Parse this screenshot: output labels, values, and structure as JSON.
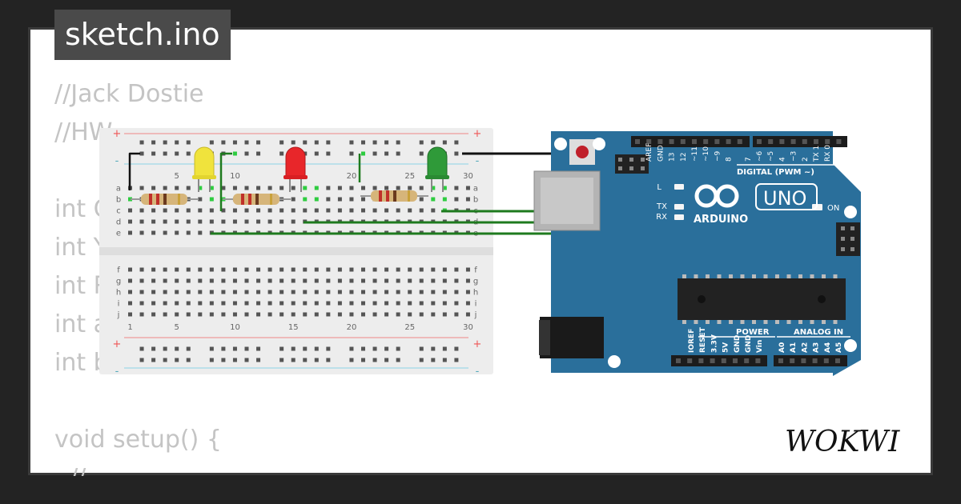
{
  "app": {
    "tab_title": "sketch.ino",
    "logo_text": "WOKWI"
  },
  "code_lines": [
    "//Jack Dostie",
    "//HW",
    "",
    "int G",
    "int Y",
    "int R",
    "int a",
    "int b;",
    "",
    "void setup() {",
    "  //"
  ],
  "breadboard": {
    "row_letters_top": [
      "a",
      "b",
      "c",
      "d",
      "e"
    ],
    "row_letters_bottom": [
      "f",
      "g",
      "h",
      "i",
      "j"
    ],
    "column_numbers": [
      "1",
      "5",
      "10",
      "15",
      "20",
      "25",
      "30"
    ],
    "rail_plus": "+",
    "rail_minus": "-"
  },
  "components": [
    {
      "name": "yellow-led",
      "color": "#f0e33c"
    },
    {
      "name": "red-led",
      "color": "#e8262a"
    },
    {
      "name": "green-led",
      "color": "#2f9a39"
    },
    {
      "name": "resistor",
      "color": "#d6b57a"
    }
  ],
  "arduino": {
    "model": "UNO",
    "brand": "ARDUINO",
    "board_color": "#2a6f9b",
    "digital_header": "DIGITAL (PWM ~)",
    "digital_pins": [
      "AREF",
      "GND",
      "13",
      "12",
      "~11",
      "~10",
      "~9",
      "8",
      "7",
      "~6",
      "~5",
      "4",
      "~3",
      "2",
      "TX 1",
      "RX 0"
    ],
    "led_labels": [
      "L",
      "TX",
      "RX"
    ],
    "on_label": "ON",
    "power_header": "POWER",
    "power_pins": [
      "IOREF",
      "RESET",
      "3.3V",
      "5V",
      "GND",
      "GND",
      "Vin"
    ],
    "analog_header": "ANALOG IN",
    "analog_pins": [
      "A0",
      "A1",
      "A2",
      "A3",
      "A4",
      "A5"
    ]
  },
  "colors": {
    "background": "#232323",
    "wire_signal": "#1e7a1e",
    "wire_ground": "#111111",
    "breadboard": "#ededed"
  }
}
